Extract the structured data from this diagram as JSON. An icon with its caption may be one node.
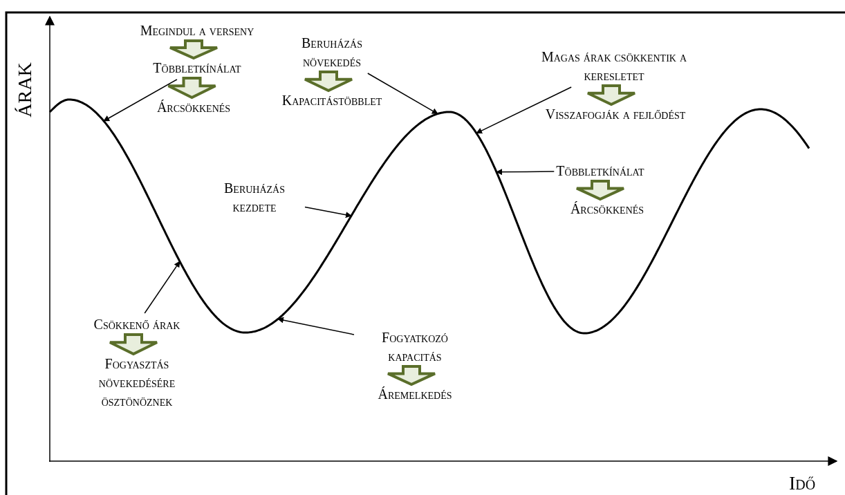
{
  "diagram": {
    "nodes": [
      {
        "text": [
          "Megindul a verseny"
        ]
      },
      {
        "text": [
          "Többletkínálat"
        ]
      },
      {
        "text": [
          "Árcsökkenés"
        ]
      },
      {
        "text": [
          "Beruházás növekedés"
        ]
      },
      {
        "text": [
          "Kapacitástöbblet"
        ]
      },
      {
        "text": [
          "Magas árak csökkentik a keresletet"
        ]
      },
      {
        "text": [
          "Visszafogják a fejlődést"
        ]
      },
      {
        "text": [
          "Beruházás kezdete"
        ]
      },
      {
        "text": [
          "Többletkínálat"
        ]
      },
      {
        "text": [
          "Árcsökkenés"
        ]
      },
      {
        "text": [
          "Csökkenő árak"
        ]
      },
      {
        "text": [
          "Fogyasztás növekedésére ösztönöznek"
        ]
      },
      {
        "text": [
          "Fogyatkozó kapacitás"
        ]
      },
      {
        "text": [
          "Áremelkedés"
        ]
      }
    ],
    "edges": [
      {
        "from": 0,
        "to": 1,
        "arrow": "to",
        "style": "thick",
        "color": "#5a6e2a"
      },
      {
        "from": 1,
        "to": 2,
        "arrow": "to",
        "style": "thick",
        "color": "#5a6e2a"
      },
      {
        "from": 1,
        "to": null,
        "arrow": "to"
      },
      {
        "from": 3,
        "to": 4,
        "arrow": "to",
        "style": "thick",
        "color": "#5a6e2a"
      },
      {
        "from": 3,
        "to": null,
        "arrow": "to"
      },
      {
        "from": 5,
        "to": 6,
        "arrow": "to",
        "style": "thick",
        "color": "#5a6e2a"
      },
      {
        "from": 5,
        "to": null,
        "arrow": "to"
      },
      {
        "from": 7,
        "to": null,
        "arrow": "to"
      },
      {
        "from": 8,
        "to": 9,
        "arrow": "to",
        "style": "thick",
        "color": "#5a6e2a"
      },
      {
        "from": 8,
        "to": null,
        "arrow": "to"
      },
      {
        "from": 10,
        "to": 11,
        "arrow": "to",
        "style": "thick",
        "color": "#5a6e2a"
      },
      {
        "from": 10,
        "to": null,
        "arrow": "to"
      },
      {
        "from": 12,
        "to": 13,
        "arrow": "to",
        "style": "thick",
        "color": "#5a6e2a"
      },
      {
        "from": 12,
        "to": null,
        "arrow": "to"
      }
    ],
    "labels": [
      "ÁRAK",
      "Idő"
    ]
  }
}
